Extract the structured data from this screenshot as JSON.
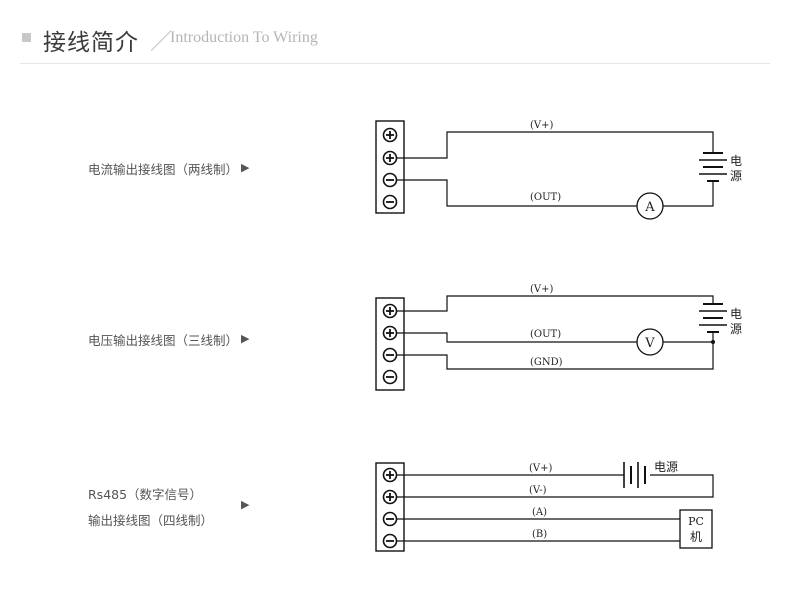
{
  "header": {
    "title": "接线简介",
    "slash": "／",
    "subtitle": "Introduction To Wiring"
  },
  "diagrams": [
    {
      "label": "电流输出接线图（两线制）",
      "wires": {
        "vplus": "(V+)",
        "out": "(OUT)"
      },
      "meter": "A",
      "power": [
        "电",
        "源"
      ]
    },
    {
      "label": "电压输出接线图（三线制）",
      "wires": {
        "vplus": "(V+)",
        "out": "(OUT)",
        "gnd": "(GND)"
      },
      "meter": "V",
      "power": [
        "电",
        "源"
      ]
    },
    {
      "label_line1": "Rs485（数字信号）",
      "label_line2": "输出接线图（四线制）",
      "wires": {
        "vplus": "(V+)",
        "vminus": "(V-)",
        "a": "(A)",
        "b": "(B)"
      },
      "power": "电源",
      "pc": [
        "PC",
        "机"
      ]
    }
  ],
  "arrow_glyph": "▶"
}
